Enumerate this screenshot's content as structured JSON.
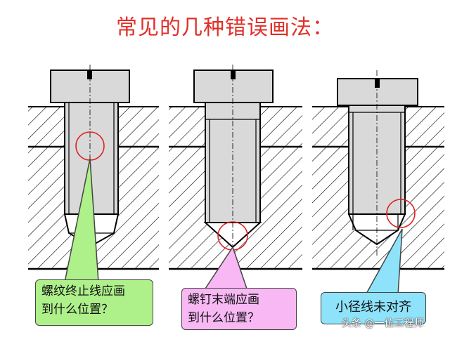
{
  "title": "常见的几种错误画法：",
  "callouts": {
    "thread_termination": {
      "line1": "螺纹终止线应画",
      "line2": "到什么位置？",
      "color": "#aef08a"
    },
    "screw_end": {
      "line1": "螺钉末端应画",
      "line2": "到什么位置？",
      "color": "#f7b8f4"
    },
    "minor_diameter": {
      "text": "小径线未对齐",
      "color": "#8ee3fb"
    }
  },
  "watermark": "头条 @一位工程师",
  "colors": {
    "title": "#e0302a",
    "part_fill": "#d9d9d9",
    "highlight_circle": "#e02020",
    "hatch": "#000000"
  }
}
